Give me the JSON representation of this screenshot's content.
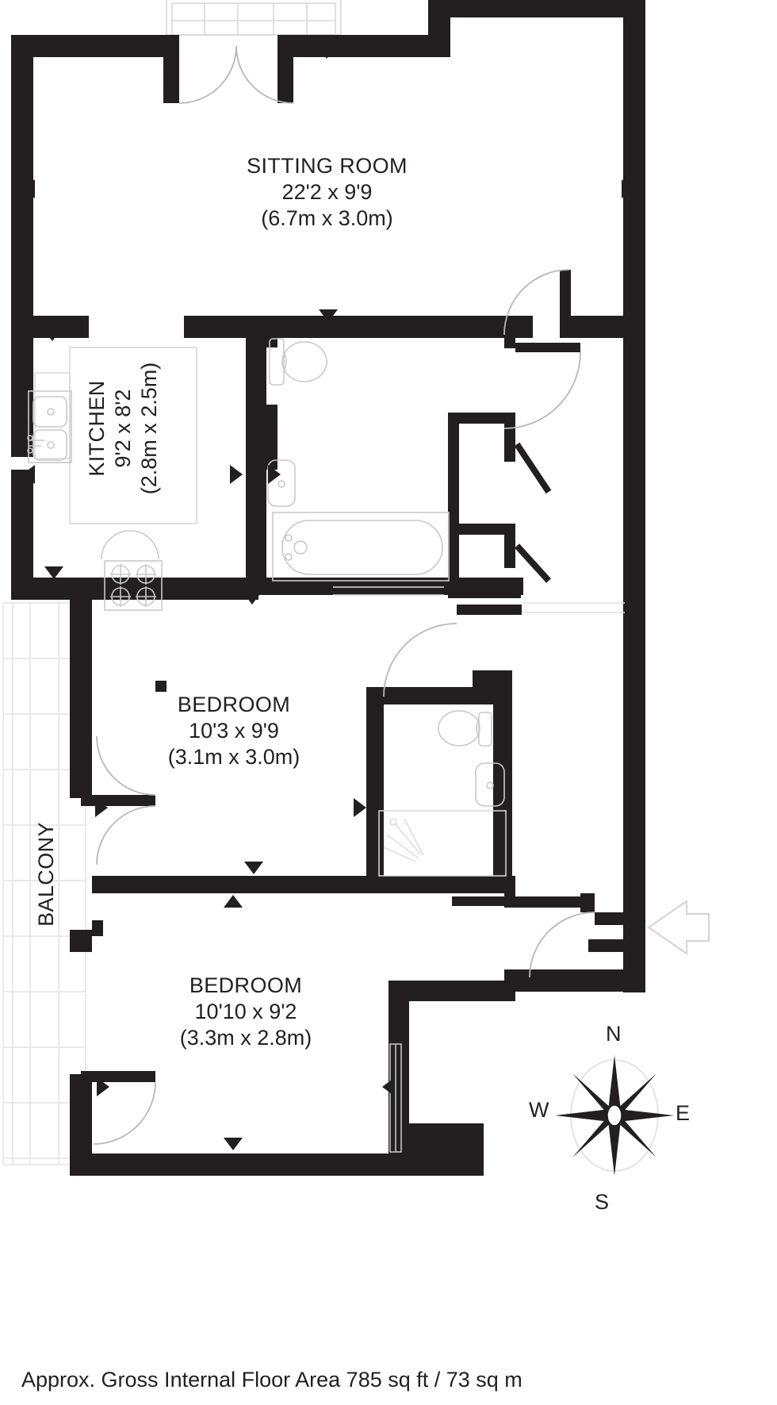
{
  "document": {
    "type": "floor-plan",
    "footer": "Approx. Gross Internal Floor Area 785 sq ft / 73 sq m"
  },
  "rooms": [
    {
      "key": "sitting_room",
      "name": "SITTING ROOM",
      "dim_imperial": "22'2 x 9'9",
      "dim_metric": "(6.7m x 3.0m)",
      "orientation": "horizontal"
    },
    {
      "key": "kitchen",
      "name": "KITCHEN",
      "dim_imperial": "9'2 x 8'2",
      "dim_metric": "(2.8m x 2.5m)",
      "orientation": "vertical"
    },
    {
      "key": "bedroom_1",
      "name": "BEDROOM",
      "dim_imperial": "10'3 x 9'9",
      "dim_metric": "(3.1m x 3.0m)",
      "orientation": "horizontal"
    },
    {
      "key": "bedroom_2",
      "name": "BEDROOM",
      "dim_imperial": "10'10 x 9'2",
      "dim_metric": "(3.3m x 2.8m)",
      "orientation": "horizontal"
    },
    {
      "key": "balcony",
      "name": "BALCONY",
      "dim_imperial": "",
      "dim_metric": "",
      "orientation": "vertical"
    }
  ],
  "compass": {
    "north": "N",
    "east": "E",
    "south": "S",
    "west": "W"
  },
  "fixtures": [
    {
      "name": "kitchen-sink-icon"
    },
    {
      "name": "kitchen-hob-icon"
    },
    {
      "name": "bathroom-toilet-icon"
    },
    {
      "name": "bathroom-basin-icon"
    },
    {
      "name": "bathtub-icon"
    },
    {
      "name": "ensuite-toilet-icon"
    },
    {
      "name": "ensuite-basin-icon"
    },
    {
      "name": "shower-tray-icon"
    },
    {
      "name": "entrance-arrow-icon"
    },
    {
      "name": "sofa-icon"
    }
  ],
  "colors": {
    "wall": "#231f20",
    "text": "#231f20",
    "fixture_outline": "#c9c9c9",
    "balcony_grid": "#e3e3e3",
    "background": "#ffffff"
  }
}
